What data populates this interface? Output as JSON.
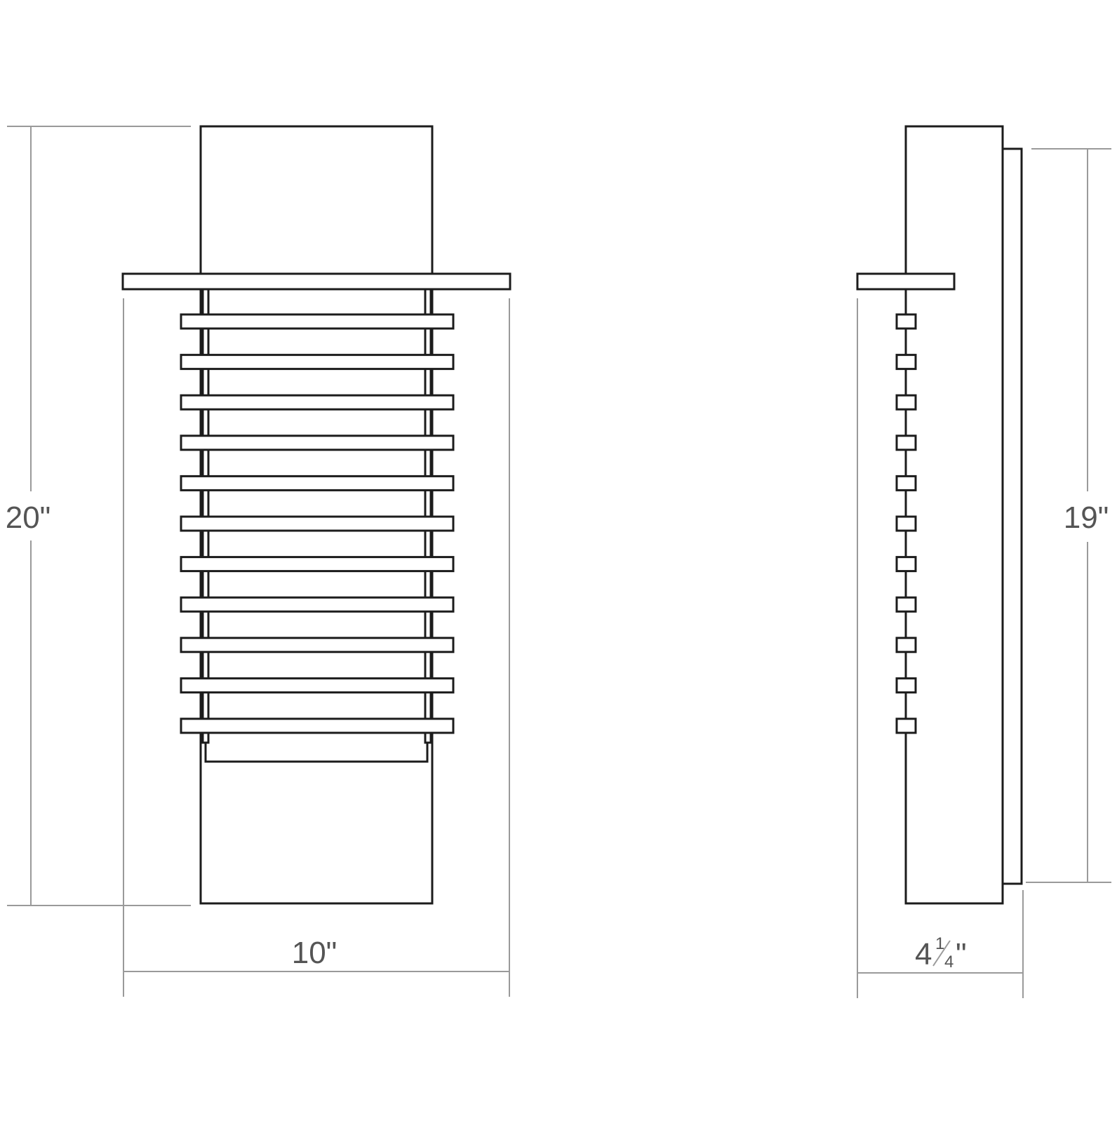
{
  "dimensions": {
    "front_height": "20\"",
    "front_width": "10\"",
    "side_height": "19\"",
    "side_depth_whole": "4",
    "side_depth_fraction_num": "1",
    "side_depth_fraction_den": "4",
    "side_depth_inch_mark": "\""
  },
  "colors": {
    "outline": "#1c1c1c",
    "dimension_line": "#9a9a9a",
    "dimension_text": "#555555",
    "background": "#ffffff"
  },
  "views": {
    "front": {
      "louver_count": 11
    },
    "side": {
      "louver_count": 11
    }
  }
}
